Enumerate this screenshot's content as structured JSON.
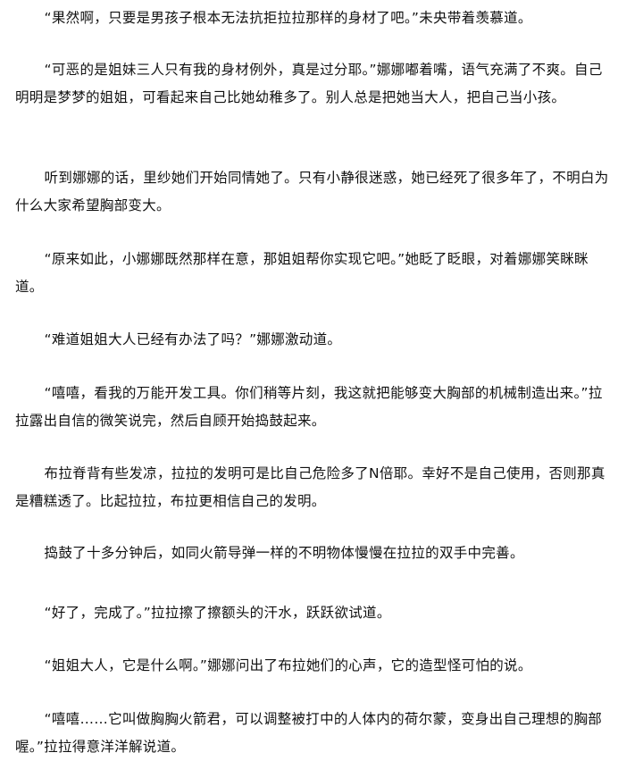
{
  "paragraphs": [
    "“果然啊，只要是男孩子根本无法抗拒拉拉那样的身材了吧。”未央带着羡慕道。",
    "“可恶的是姐妹三人只有我的身材例外，真是过分耶。”娜娜嘟着嘴，语气充满了不爽。自己明明是梦梦的姐姐，可看起来自己比她幼稚多了。别人总是把她当大人，把自己当小孩。",
    "听到娜娜的话，里纱她们开始同情她了。只有小静很迷惑，她已经死了很多年了，不明白为什么大家希望胸部变大。",
    "“原来如此，小娜娜既然那样在意，那姐姐帮你实现它吧。”她眨了眨眼，对着娜娜笑眯眯道。",
    "“难道姐姐大人已经有办法了吗？”娜娜激动道。",
    "“嘻嘻，看我的万能开发工具。你们稍等片刻，我这就把能够变大胸部的机械制造出来。”拉拉露出自信的微笑说完，然后自顾开始捣鼓起来。",
    "布拉脊背有些发凉，拉拉的发明可是比自己危险多了N倍耶。幸好不是自己使用，否则那真是糟糕透了。比起拉拉，布拉更相信自己的发明。",
    "捣鼓了十多分钟后，如同火箭导弹一样的不明物体慢慢在拉拉的双手中完善。",
    "“好了，完成了。”拉拉擦了擦额头的汗水，跃跃欲试道。",
    "“姐姐大人，它是什么啊。”娜娜问出了布拉她们的心声，它的造型怪可怕的说。",
    "“嘻嘻……它叫做胸胸火箭君，可以调整被打中的人体内的荷尔蒙，变身出自己理想的胸部喔。”拉拉得意洋洋解说道。"
  ]
}
